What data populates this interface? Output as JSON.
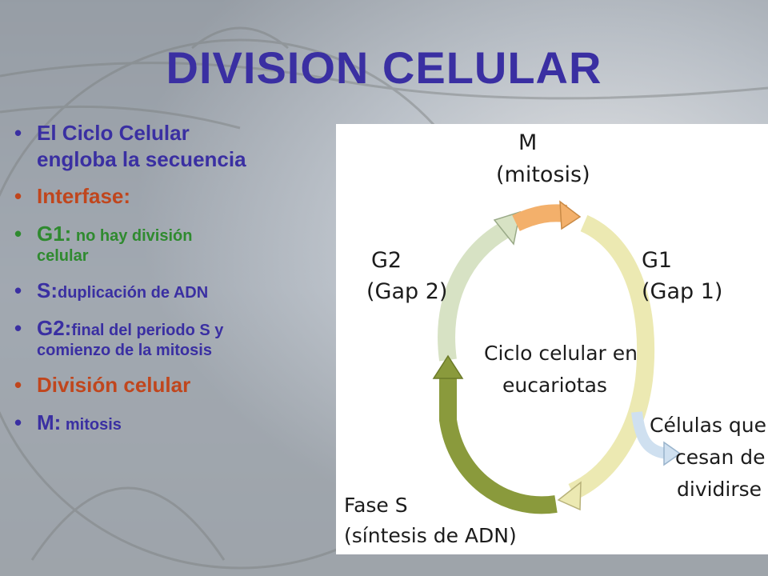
{
  "slide": {
    "title": "DIVISION CELULAR",
    "bullets": [
      {
        "bullet": "•",
        "lead": "El Ciclo Celular",
        "line2": "engloba la secuencia",
        "rest": ""
      },
      {
        "bullet": "•",
        "lead": "Interfase:",
        "rest": ""
      },
      {
        "bullet": "•",
        "lead": "G1:",
        "rest": " no hay división",
        "line2": "celular"
      },
      {
        "bullet": "•",
        "lead": "S:",
        "rest": "duplicación de ADN"
      },
      {
        "bullet": "•",
        "lead": "G2:",
        "rest": "final del periodo S y",
        "line2": "comienzo de la mitosis"
      },
      {
        "bullet": "•",
        "lead": "División celular",
        "rest": ""
      },
      {
        "bullet": "•",
        "lead": "M:",
        "rest": " mitosis"
      }
    ]
  },
  "diagram": {
    "m_label": "M",
    "m_sub": "(mitosis)",
    "g1_label": "G1",
    "g1_sub": "(Gap 1)",
    "g2_label": "G2",
    "g2_sub": "(Gap 2)",
    "s_label": "Fase S",
    "s_sub": "(síntesis de ADN)",
    "center_line1": "Ciclo celular en",
    "center_line2": "eucariotas",
    "exit_line1": "Células que",
    "exit_line2": "cesan de",
    "exit_line3": "dividirse",
    "colors": {
      "mitosis_arrow": "#f3b06b",
      "g1_arrow": "#ece9b2",
      "s_arrow": "#8a9a3c",
      "g2_arrow": "#d7e2c4",
      "exit_arrow": "#cfe0f0",
      "title": "#3a2fa2",
      "accent_red": "#c0461d",
      "accent_green": "#2f8a2f"
    }
  }
}
